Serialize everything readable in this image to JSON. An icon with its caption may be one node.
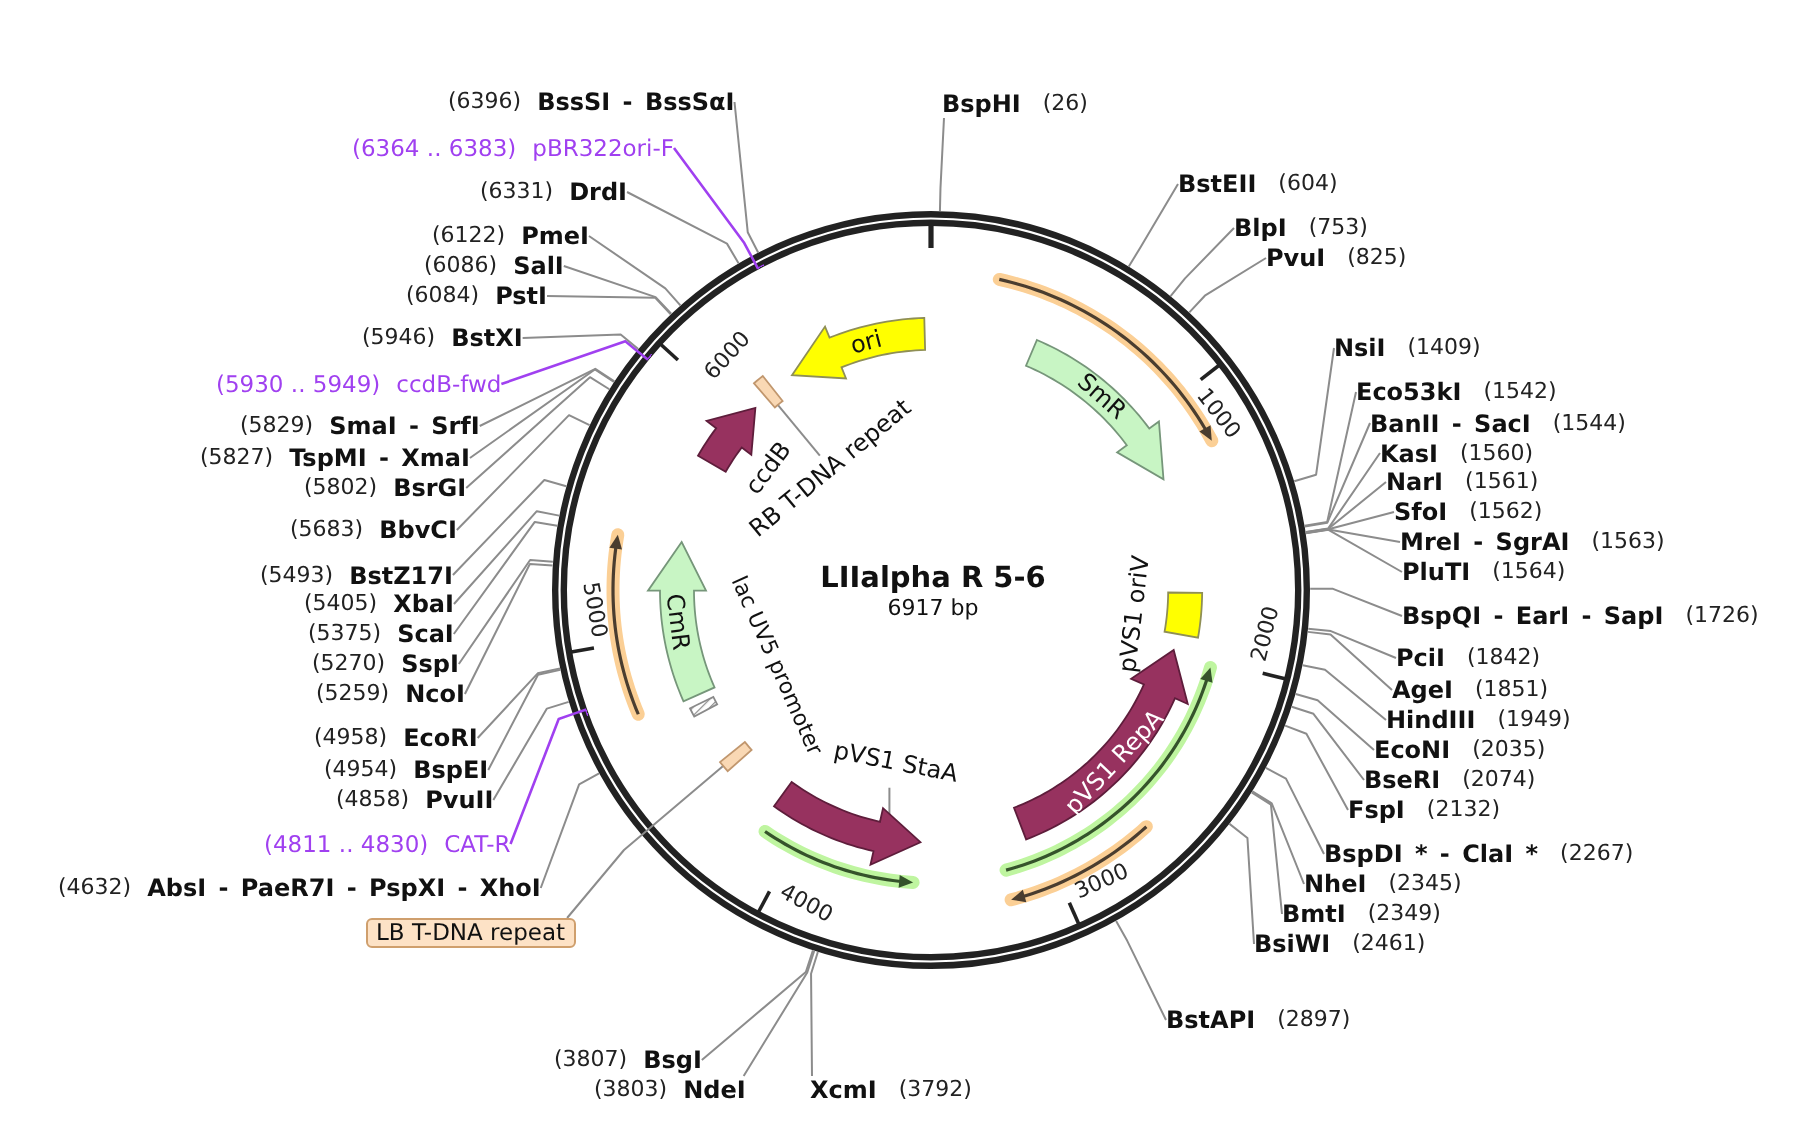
{
  "diagram": {
    "title": "LIIalpha R 5-6",
    "nodes": [
      {
        "text": [
          "BspHI"
        ],
        "beside": [
          "(26)"
        ]
      },
      {
        "text": [
          "BstEII"
        ],
        "beside": [
          "(604)"
        ]
      },
      {
        "text": [
          "BlpI"
        ],
        "beside": [
          "(753)"
        ]
      },
      {
        "text": [
          "PvuI"
        ],
        "beside": [
          "(825)"
        ]
      },
      {
        "text": [
          "NsiI"
        ],
        "beside": [
          "(1409)"
        ]
      },
      {
        "text": [
          "Eco53kI"
        ],
        "beside": [
          "(1542)"
        ]
      },
      {
        "text": [
          "BanII - SacI"
        ],
        "beside": [
          "(1544)"
        ]
      },
      {
        "text": [
          "KasI"
        ],
        "beside": [
          "(1560)"
        ]
      },
      {
        "text": [
          "NarI"
        ],
        "beside": [
          "(1561)"
        ]
      },
      {
        "text": [
          "SfoI"
        ],
        "beside": [
          "(1562)"
        ]
      },
      {
        "text": [
          "MreI - SgrAI"
        ],
        "beside": [
          "(1563)"
        ]
      },
      {
        "text": [
          "PluTI"
        ],
        "beside": [
          "(1564)"
        ]
      },
      {
        "text": [
          "BspQI - EarI - SapI"
        ],
        "beside": [
          "(1726)"
        ]
      },
      {
        "text": [
          "PciI"
        ],
        "beside": [
          "(1842)"
        ]
      },
      {
        "text": [
          "AgeI"
        ],
        "beside": [
          "(1851)"
        ]
      },
      {
        "text": [
          "HindIII"
        ],
        "beside": [
          "(1949)"
        ]
      },
      {
        "text": [
          "EcoNI"
        ],
        "beside": [
          "(2035)"
        ]
      },
      {
        "text": [
          "BseRI"
        ],
        "beside": [
          "(2074)"
        ]
      },
      {
        "text": [
          "FspI"
        ],
        "beside": [
          "(2132)"
        ]
      },
      {
        "text": [
          "BspDI * - ClaI *"
        ],
        "beside": [
          "(2267)"
        ]
      },
      {
        "text": [
          "NheI"
        ],
        "beside": [
          "(2345)"
        ]
      },
      {
        "text": [
          "BmtI"
        ],
        "beside": [
          "(2349)"
        ]
      },
      {
        "text": [
          "BsiWI"
        ],
        "beside": [
          "(2461)"
        ]
      },
      {
        "text": [
          "BstAPI"
        ],
        "beside": [
          "(2897)"
        ]
      },
      {
        "text": [
          "XcmI"
        ],
        "beside": [
          "(3792)"
        ]
      },
      {
        "text": [
          "NdeI"
        ],
        "beside": [
          "(3803)"
        ]
      },
      {
        "text": [
          "BsgI"
        ],
        "beside": [
          "(3807)"
        ]
      },
      {
        "text": [
          "LB T-DNA repeat"
        ]
      },
      {
        "text": [
          "AbsI - PaeR7I - PspXI - XhoI"
        ],
        "beside": [
          "(4632)"
        ]
      },
      {
        "text": [
          "CAT-R"
        ],
        "beside": [
          "(4811 .. 4830)"
        ]
      },
      {
        "text": [
          "PvuII"
        ],
        "beside": [
          "(4858)"
        ]
      },
      {
        "text": [
          "BspEI"
        ],
        "beside": [
          "(4954)"
        ]
      },
      {
        "text": [
          "EcoRI"
        ],
        "beside": [
          "(4958)"
        ]
      },
      {
        "text": [
          "NcoI"
        ],
        "beside": [
          "(5259)"
        ]
      },
      {
        "text": [
          "SspI"
        ],
        "beside": [
          "(5270)"
        ]
      },
      {
        "text": [
          "ScaI"
        ],
        "beside": [
          "(5375)"
        ]
      },
      {
        "text": [
          "XbaI"
        ],
        "beside": [
          "(5405)"
        ]
      },
      {
        "text": [
          "BstZ17I"
        ],
        "beside": [
          "(5493)"
        ]
      },
      {
        "text": [
          "BbvCI"
        ],
        "beside": [
          "(5683)"
        ]
      },
      {
        "text": [
          "BsrGI"
        ],
        "beside": [
          "(5802)"
        ]
      },
      {
        "text": [
          "TspMI - XmaI"
        ],
        "beside": [
          "(5827)"
        ]
      },
      {
        "text": [
          "SmaI - SrfI"
        ],
        "beside": [
          "(5829)"
        ]
      },
      {
        "text": [
          "ccdB-fwd"
        ],
        "beside": [
          "(5930 .. 5949)"
        ]
      },
      {
        "text": [
          "BstXI"
        ],
        "beside": [
          "(5946)"
        ]
      },
      {
        "text": [
          "PstI"
        ],
        "beside": [
          "(6084)"
        ]
      },
      {
        "text": [
          "SalI"
        ],
        "beside": [
          "(6086)"
        ]
      },
      {
        "text": [
          "PmeI"
        ],
        "beside": [
          "(6122)"
        ]
      },
      {
        "text": [
          "DrdI"
        ],
        "beside": [
          "(6331)"
        ]
      },
      {
        "text": [
          "pBR322ori-F"
        ],
        "beside": [
          "(6364 .. 6383)"
        ]
      },
      {
        "text": [
          "BssSI - BssSαI"
        ],
        "beside": [
          "(6396)"
        ]
      },
      {
        "text": [
          "ori"
        ]
      },
      {
        "text": [
          "SmR"
        ]
      },
      {
        "text": [
          "pVS1 oriV"
        ]
      },
      {
        "text": [
          "pVS1 RepA"
        ]
      },
      {
        "text": [
          "pVS1 StaA"
        ]
      },
      {
        "text": [],
        "shape": "arrow"
      },
      {
        "text": [
          "lac UV5 promoter"
        ]
      },
      {
        "text": [
          "CmR"
        ]
      },
      {
        "text": [],
        "shape": "box"
      },
      {
        "text": [
          "ccdB"
        ]
      },
      {
        "text": [
          "RB T-DNA repeat"
        ]
      },
      {
        "text": [],
        "shape": "box"
      }
    ],
    "edges": [
      {
        "from": 0,
        "to": null,
        "arrow": "none"
      },
      {
        "from": 1,
        "to": null,
        "arrow": "none"
      },
      {
        "from": 2,
        "to": null,
        "arrow": "none"
      },
      {
        "from": 3,
        "to": null,
        "arrow": "none"
      },
      {
        "from": 4,
        "to": null,
        "arrow": "none"
      },
      {
        "from": 5,
        "to": null,
        "arrow": "none"
      },
      {
        "from": 6,
        "to": null,
        "arrow": "none"
      },
      {
        "from": 7,
        "to": null,
        "arrow": "none"
      },
      {
        "from": 8,
        "to": null,
        "arrow": "none"
      },
      {
        "from": 9,
        "to": null,
        "arrow": "none"
      },
      {
        "from": 10,
        "to": null,
        "arrow": "none"
      },
      {
        "from": 11,
        "to": null,
        "arrow": "none"
      },
      {
        "from": 12,
        "to": null,
        "arrow": "none"
      },
      {
        "from": 13,
        "to": null,
        "arrow": "none"
      },
      {
        "from": 14,
        "to": null,
        "arrow": "none"
      },
      {
        "from": 15,
        "to": null,
        "arrow": "none"
      },
      {
        "from": 16,
        "to": null,
        "arrow": "none"
      },
      {
        "from": 17,
        "to": null,
        "arrow": "none"
      },
      {
        "from": 18,
        "to": null,
        "arrow": "none"
      },
      {
        "from": 19,
        "to": null,
        "arrow": "none"
      },
      {
        "from": 20,
        "to": null,
        "arrow": "none"
      },
      {
        "from": 21,
        "to": null,
        "arrow": "none"
      },
      {
        "from": 22,
        "to": null,
        "arrow": "none"
      },
      {
        "from": 23,
        "to": null,
        "arrow": "none"
      },
      {
        "from": 24,
        "to": null,
        "arrow": "none"
      },
      {
        "from": 25,
        "to": null,
        "arrow": "none"
      },
      {
        "from": 26,
        "to": null,
        "arrow": "none"
      },
      {
        "from": 28,
        "to": null,
        "arrow": "none"
      },
      {
        "from": 29,
        "to": null,
        "arrow": "other",
        "color": "#a040f0"
      },
      {
        "from": 30,
        "to": null,
        "arrow": "none"
      },
      {
        "from": 31,
        "to": null,
        "arrow": "none"
      },
      {
        "from": 32,
        "to": null,
        "arrow": "none"
      },
      {
        "from": 33,
        "to": null,
        "arrow": "none"
      },
      {
        "from": 34,
        "to": null,
        "arrow": "none"
      },
      {
        "from": 35,
        "to": null,
        "arrow": "none"
      },
      {
        "from": 36,
        "to": null,
        "arrow": "none"
      },
      {
        "from": 37,
        "to": null,
        "arrow": "none"
      },
      {
        "from": 38,
        "to": null,
        "arrow": "none"
      },
      {
        "from": 39,
        "to": null,
        "arrow": "none"
      },
      {
        "from": 40,
        "to": null,
        "arrow": "none"
      },
      {
        "from": 41,
        "to": null,
        "arrow": "none"
      },
      {
        "from": 42,
        "to": null,
        "arrow": "other",
        "color": "#a040f0"
      },
      {
        "from": 43,
        "to": null,
        "arrow": "none"
      },
      {
        "from": 44,
        "to": null,
        "arrow": "none"
      },
      {
        "from": 45,
        "to": null,
        "arrow": "none"
      },
      {
        "from": 46,
        "to": null,
        "arrow": "none"
      },
      {
        "from": 47,
        "to": null,
        "arrow": "none"
      },
      {
        "from": 48,
        "to": null,
        "arrow": "other",
        "color": "#a040f0"
      },
      {
        "from": 49,
        "to": null,
        "arrow": "none"
      },
      {
        "from": 27,
        "to": 58,
        "arrow": "none"
      },
      {
        "from": 54,
        "to": 55,
        "arrow": "none"
      },
      {
        "from": 60,
        "to": 61,
        "arrow": "none"
      }
    ],
    "labels": [
      "1000",
      "2000",
      "3000",
      "4000",
      "5000",
      "6000",
      "6917 bp"
    ]
  }
}
